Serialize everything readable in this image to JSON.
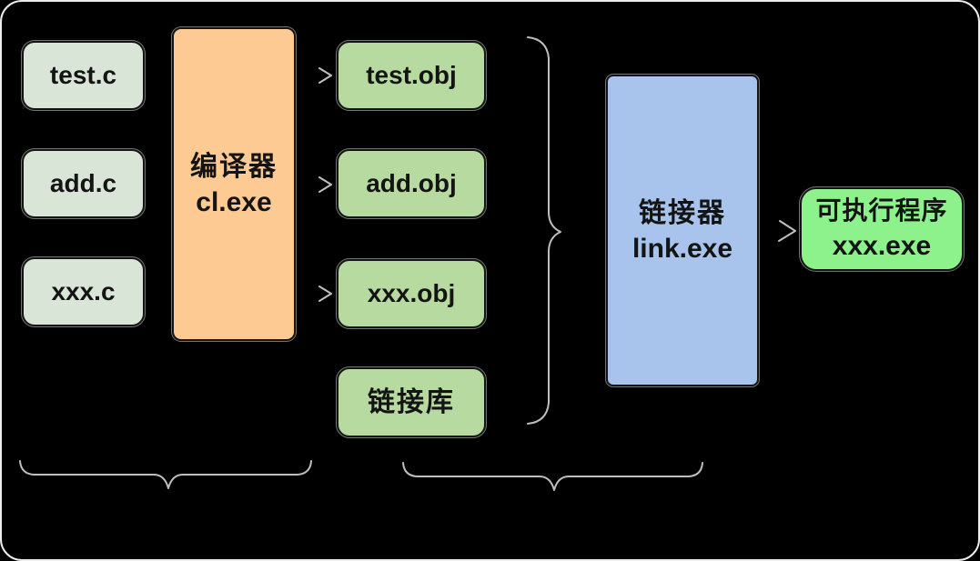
{
  "frame": {
    "background": "#000000",
    "border_color": "#ededed"
  },
  "colors": {
    "source_box_fill": "#d9e5d6",
    "compiler_box_fill": "#fcca92",
    "object_box_fill": "#b6da9f",
    "linker_box_fill": "#a8c4ec",
    "executable_box_fill": "#8ef28c",
    "box_border": "#141414",
    "text": "#141414",
    "connector": "#cfcfcf"
  },
  "diagram": {
    "source_files": [
      {
        "label": "test.c"
      },
      {
        "label": "add.c"
      },
      {
        "label": "xxx.c"
      }
    ],
    "compiler": {
      "title": "编译器",
      "subtitle": "cl.exe"
    },
    "object_files": [
      {
        "label": "test.obj"
      },
      {
        "label": "add.obj"
      },
      {
        "label": "xxx.obj"
      }
    ],
    "link_library": {
      "label": "链接库"
    },
    "linker": {
      "title": "链接器",
      "subtitle": "link.exe"
    },
    "executable": {
      "title": "可执行程序",
      "subtitle": "xxx.exe"
    }
  }
}
